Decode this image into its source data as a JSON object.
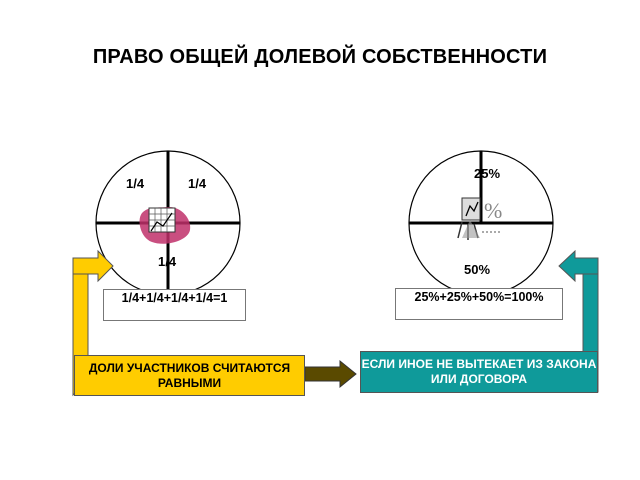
{
  "title": "ПРАВО ОБЩЕЙ ДОЛЕВОЙ СОБСТВЕННОСТИ",
  "left_chart": {
    "labels": [
      "1/4",
      "1/4",
      "1/4"
    ],
    "formula": "1/4+1/4+1/4+1/4=1"
  },
  "right_chart": {
    "labels": [
      "25%",
      "50%"
    ],
    "formula": "25%+25%+50%=100%"
  },
  "boxes": {
    "left": "ДОЛИ УЧАСТНИКОВ СЧИТАЮТСЯ РАВНЫМИ",
    "right": "ЕСЛИ ИНОЕ НЕ ВЫТЕКАЕТ ИЗ ЗАКОНА ИЛИ ДОГОВОРА"
  },
  "colors": {
    "yellow": "#ffcc00",
    "teal": "#0f9a9a",
    "dark_olive": "#5a4a00"
  }
}
